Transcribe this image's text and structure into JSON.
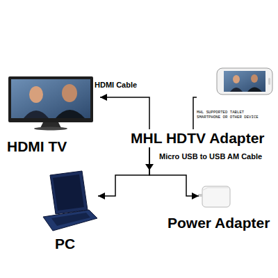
{
  "diagram": {
    "nodes": [
      {
        "text": [
          "HDMI TV"
        ]
      },
      {
        "text": [
          "MHL SUPPORTED TABLET SMARTPHONE OR OTHER DEVICE"
        ]
      },
      {
        "text": [
          "MHL HDTV Adapter"
        ]
      },
      {
        "text": [
          "PC"
        ]
      },
      {
        "text": [
          "Power Adapter"
        ]
      }
    ],
    "edges": [
      {
        "from": 2,
        "to": 0,
        "label": "HDMI Cable",
        "arrow": "to"
      },
      {
        "from": 1,
        "to": 2,
        "arrow": "none"
      },
      {
        "from": 2,
        "to": 3,
        "label": "Micro USB to USB AM Cable",
        "arrow": "to"
      },
      {
        "from": 2,
        "to": 4,
        "arrow": "to"
      }
    ]
  }
}
